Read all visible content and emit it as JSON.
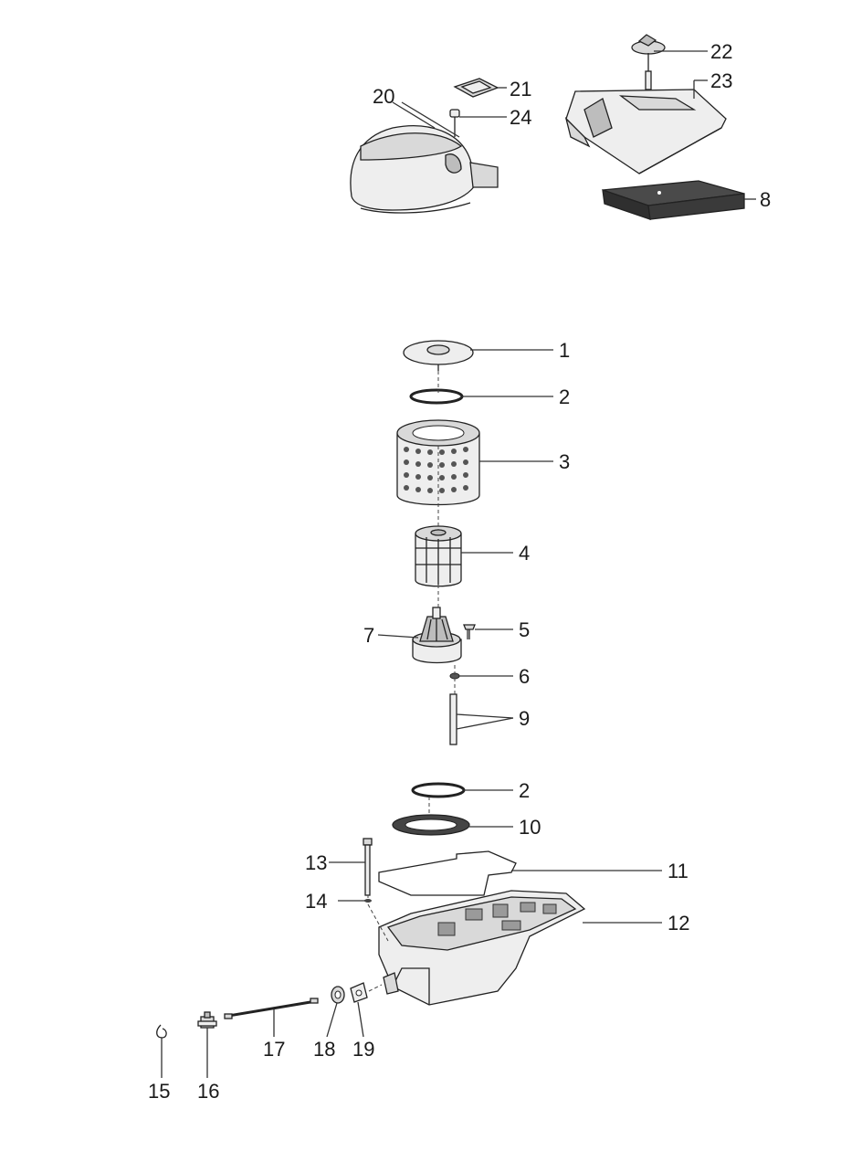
{
  "callouts": {
    "n1": "1",
    "n2_top": "2",
    "n3": "3",
    "n4": "4",
    "n5": "5",
    "n6": "6",
    "n7": "7",
    "n8": "8",
    "n9": "9",
    "n2_bottom": "2",
    "n10": "10",
    "n11": "11",
    "n12": "12",
    "n13": "13",
    "n14": "14",
    "n15": "15",
    "n16": "16",
    "n17": "17",
    "n18": "18",
    "n19": "19",
    "n20": "20",
    "n21": "21",
    "n22": "22",
    "n23": "23",
    "n24": "24"
  },
  "colors": {
    "line": "#222222",
    "fill": "#d9d9d9",
    "foam": "#3a3a3a"
  },
  "icons": {
    "parts": [
      "air-filter-cover-icon",
      "cover-lid-icon",
      "foam-pad-icon",
      "wing-nut-icon",
      "o-ring-icon",
      "pleated-filter-icon",
      "pre-filter-icon",
      "filter-base-icon",
      "screw-icon",
      "washer-icon",
      "stud-icon",
      "seal-ring-icon",
      "gasket-icon",
      "housing-icon",
      "bolt-icon",
      "clip-icon",
      "valve-icon",
      "rod-icon",
      "nut-icon",
      "plate-icon"
    ]
  }
}
